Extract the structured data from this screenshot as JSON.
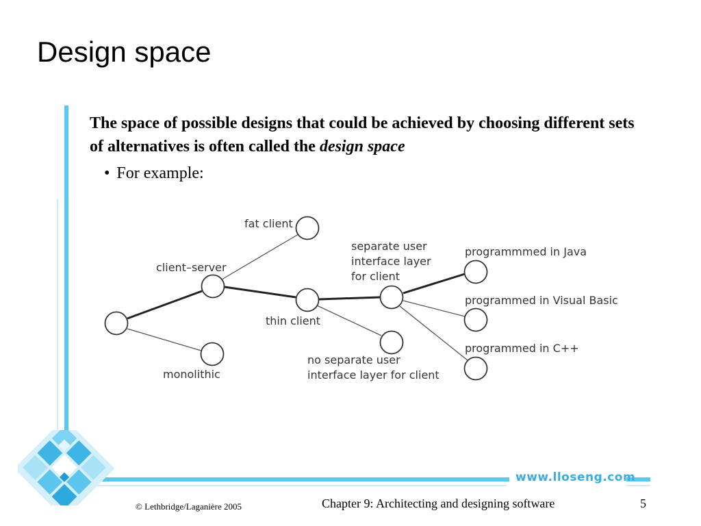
{
  "slide": {
    "title": "Design space",
    "intro_text": "The space of possible designs that could be achieved by choosing different sets of alternatives is often called the ",
    "intro_emphasis": "design space",
    "bullet": "For example:",
    "website": "www.lloseng.com",
    "footer_copyright": "© Lethbridge/Laganière 2005",
    "footer_chapter": "Chapter 9: Architecting and designing software",
    "page_number": "5"
  },
  "diagram": {
    "labels": {
      "fat_client": "fat client",
      "client_server": "client–server",
      "monolithic": "monolithic",
      "thin_client": "thin client",
      "separate_ui_1": "separate user",
      "separate_ui_2": "interface layer",
      "separate_ui_3": "for client",
      "no_separate_ui_1": "no separate user",
      "no_separate_ui_2": "interface layer for client",
      "java": "programmmed in Java",
      "visual_basic": "programmed in Visual Basic",
      "cpp": "programmed in C++"
    }
  },
  "colors": {
    "accent": "#5bc8f0",
    "node_stroke": "#333333",
    "edge_selected": "#222222",
    "edge_alternative": "#555555"
  }
}
